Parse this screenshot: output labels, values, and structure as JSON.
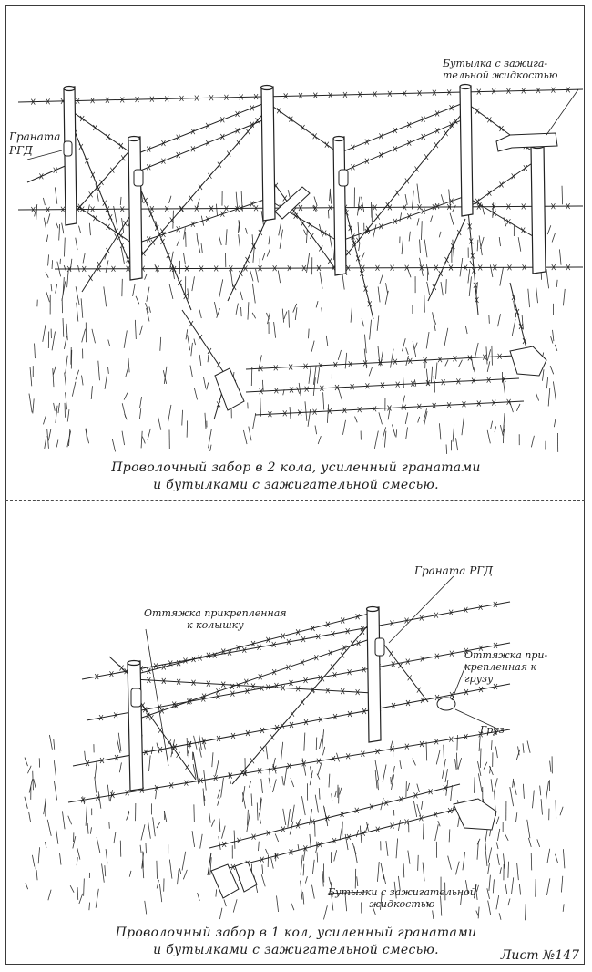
{
  "top_panel": {
    "labels": {
      "grenade": "Граната\nРГД",
      "bottle": "Бутылка с зажига-\nтельной жидкостью"
    },
    "caption": "Проволочный забор в 2 кола, усиленный гранатами\nи бутылками с зажигательной смесью."
  },
  "bottom_panel": {
    "labels": {
      "grenade": "Граната РГД",
      "stake_wire": "Оттяжка прикрепленная\nк колышку",
      "weight_wire": "Оттяжка при-\nкрепленная к\nгрузу",
      "weight": "Груз",
      "bottles": "Бутылки с зажигательной\nжидкостью"
    },
    "caption": "Проволочный забор в 1 кол, усиленный гранатами\nи бутылками с зажигательной смесью."
  },
  "sheet_number": "Лист №147"
}
